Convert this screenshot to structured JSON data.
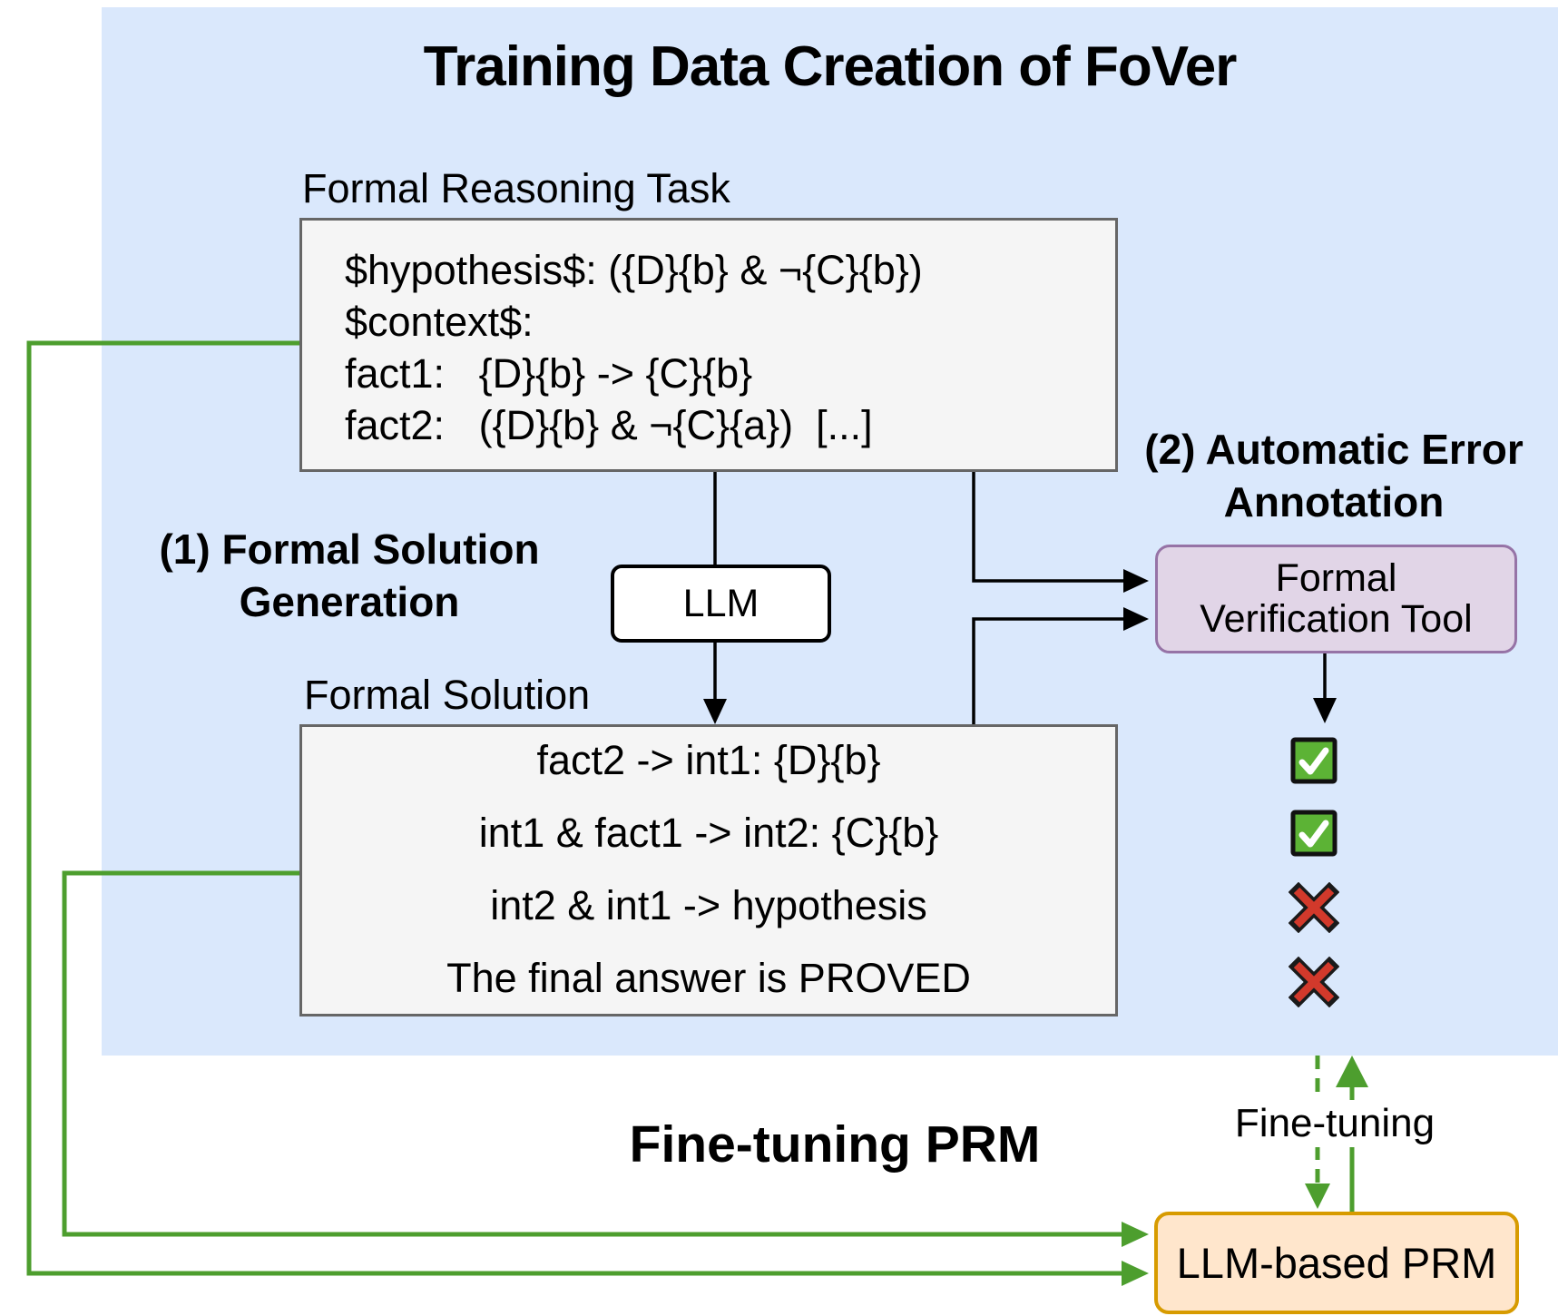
{
  "diagram_title": "Training Data Creation of FoVer",
  "task_panel": {
    "label": "Formal Reasoning Task",
    "lines": [
      "$hypothesis$: ({D}{b} & ¬{C}{b})",
      "$context$:",
      "fact1:   {D}{b} -> {C}{b}",
      "fact2:   ({D}{b} & ¬{C}{a})  [...]"
    ]
  },
  "step1_label": {
    "line1": "(1) Formal Solution",
    "line2": "Generation"
  },
  "step2_label": {
    "line1": "(2) Automatic Error",
    "line2": "Annotation"
  },
  "llm_node": {
    "label": "LLM"
  },
  "verifier_node": {
    "line1": "Formal",
    "line2": "Verification Tool"
  },
  "solution_panel": {
    "label": "Formal Solution",
    "lines": [
      "fact2 -> int1: {D}{b}",
      "int1 & fact1 -> int2: {C}{b}",
      "int2 & int1 -> hypothesis",
      "The final answer is PROVED"
    ]
  },
  "verification_results": [
    "check",
    "check",
    "cross",
    "cross"
  ],
  "fine_tuning_section": {
    "title": "Fine-tuning PRM",
    "arrow_label": "Fine-tuning",
    "prm_label": "LLM-based PRM"
  },
  "colors": {
    "panel_blue": "#dae8fc",
    "box_fill": "#f5f5f5",
    "box_border": "#666666",
    "verifier_fill": "#e1d5e7",
    "verifier_border": "#9673a6",
    "prm_fill": "#ffe6cc",
    "prm_border": "#d79b00",
    "arrow_green": "#4d9e2e",
    "check_green": "#5cb335",
    "cross_red": "#d2392b",
    "line_black": "#000000"
  }
}
